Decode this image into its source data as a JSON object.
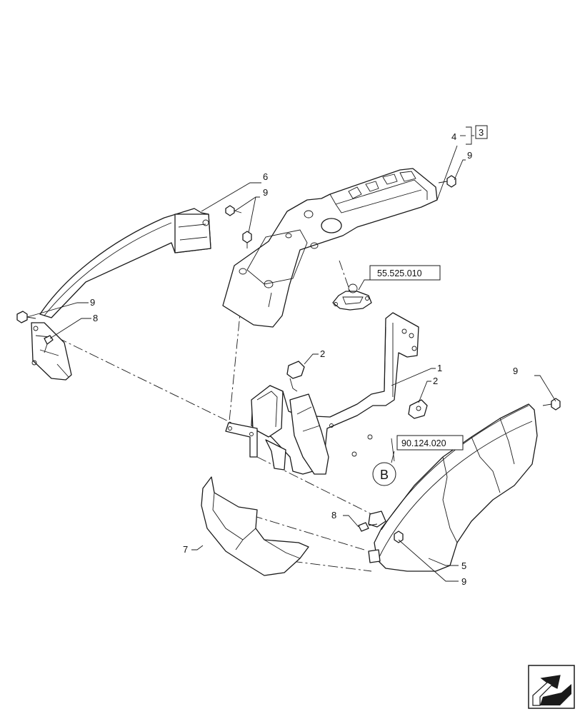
{
  "callouts": {
    "c1": "1",
    "c2a": "2",
    "c2b": "2",
    "c3": "3",
    "c4": "4",
    "c5": "5",
    "c6": "6",
    "c7": "7",
    "c8a": "8",
    "c8b": "8",
    "c9a": "9",
    "c9b": "9",
    "c9c": "9",
    "c9d": "9",
    "c9e": "9"
  },
  "references": {
    "ref_top": "55.525.010",
    "ref_mid": "90.124.020",
    "ref_B": "B"
  },
  "icons": {
    "nav": "arrow-return-icon"
  }
}
